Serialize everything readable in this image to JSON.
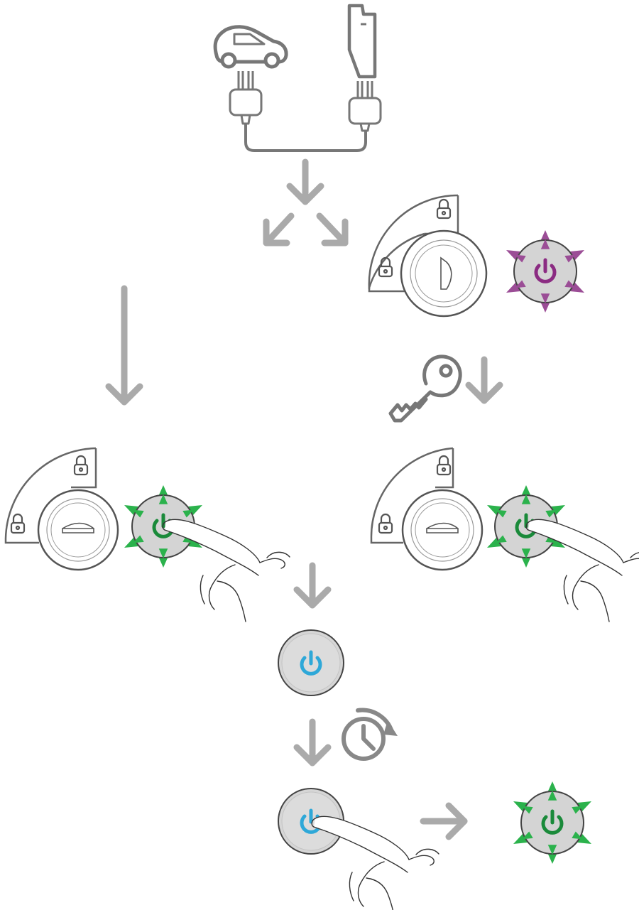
{
  "diagram": {
    "colors": {
      "line": "#777777",
      "arrow": "#aaaaaa",
      "button_face": "#d9d9d9",
      "button_ring": "#555555",
      "power_purple": "#8b2b82",
      "flash_purple": "#9b4d96",
      "power_green": "#1a8a3a",
      "flash_green": "#2bb24c",
      "power_blue": "#2ea8d8"
    },
    "steps": [
      {
        "id": "plug-in",
        "icons": [
          "car-icon",
          "charger-icon",
          "plug-icon",
          "plug-icon",
          "cable-icon"
        ]
      },
      {
        "id": "locked-flashing-purple",
        "icons": [
          "lock-dial-icon",
          "padlock-icon",
          "power-button-icon"
        ],
        "indicator": "purple-flashing"
      },
      {
        "id": "unlock-with-key",
        "icons": [
          "key-icon",
          "arrow-down-icon"
        ]
      },
      {
        "id": "unlocked-press",
        "icons": [
          "lock-dial-icon",
          "power-button-icon",
          "hand-press-icon"
        ],
        "indicator": "green-flashing"
      },
      {
        "id": "standby-blue",
        "icons": [
          "power-button-icon"
        ],
        "indicator": "blue"
      },
      {
        "id": "wait",
        "icons": [
          "timer-icon"
        ]
      },
      {
        "id": "press-then-charging",
        "icons": [
          "power-button-icon",
          "hand-press-icon",
          "arrow-right-icon"
        ],
        "indicator": "green-flashing"
      }
    ]
  }
}
